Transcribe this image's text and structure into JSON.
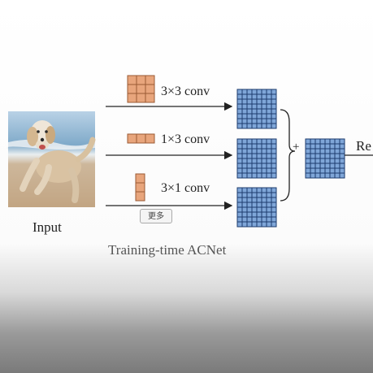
{
  "diagram": {
    "input_label": "Input",
    "caption": "Training-time ACNet",
    "result_label": "Re",
    "plus_sign": "+",
    "branches": [
      {
        "label": "3×3 conv",
        "kernel_rows": 3,
        "kernel_cols": 3
      },
      {
        "label": "1×3 conv",
        "kernel_rows": 1,
        "kernel_cols": 3
      },
      {
        "label": "3×1 conv",
        "kernel_rows": 3,
        "kernel_cols": 1
      }
    ],
    "feature_map_grid": 8,
    "more_button_label": "更多"
  },
  "colors": {
    "kernel_fill": "#e8a57c",
    "kernel_stroke": "#9a5a35",
    "featuremap_fill": "#7fa6d8",
    "featuremap_stroke": "#1d3c6e",
    "arrow": "#222222"
  }
}
